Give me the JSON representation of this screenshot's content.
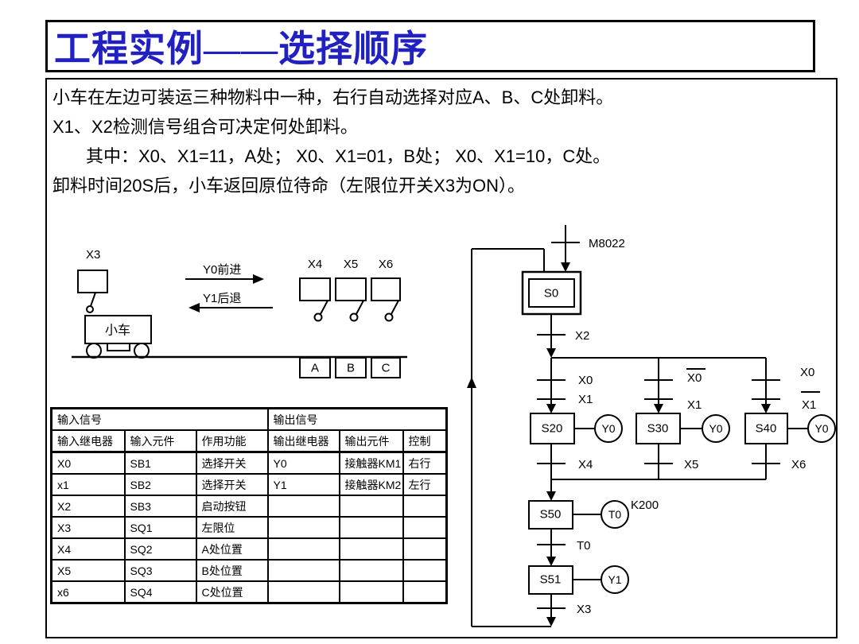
{
  "title": "工程实例——选择顺序",
  "description": {
    "line1": "小车在左边可装运三种物料中一种，右行自动选择对应A、B、C处卸料。",
    "line2": "X1、X2检测信号组合可决定何处卸料。",
    "line3": "其中：X0、X1=11，A处； X0、X1=01，B处； X0、X1=10，C处。",
    "line4": "卸料时间20S后，小车返回原位待命（左限位开关X3为ON）。"
  },
  "cart_diagram": {
    "left_limit_label": "X3",
    "cart_label": "小车",
    "forward_label": "Y0前进",
    "backward_label": "Y1后退",
    "switch_labels": [
      "X4",
      "X5",
      "X6"
    ],
    "station_labels": [
      "A",
      "B",
      "C"
    ]
  },
  "io_table": {
    "group_headers": [
      "输入信号",
      "输出信号"
    ],
    "columns": [
      "输入继电器",
      "输入元件",
      "作用功能",
      "输出继电器",
      "输出元件",
      "控制"
    ],
    "rows": [
      [
        "X0",
        "SB1",
        "选择开关",
        "Y0",
        "接触器KM1",
        "右行"
      ],
      [
        "x1",
        "SB2",
        "选择开关",
        "Y1",
        "接触器KM2",
        "左行"
      ],
      [
        "X2",
        "SB3",
        "启动按钮",
        "",
        "",
        ""
      ],
      [
        "X3",
        "SQ1",
        "左限位",
        "",
        "",
        ""
      ],
      [
        "X4",
        "SQ2",
        "A处位置",
        "",
        "",
        ""
      ],
      [
        "X5",
        "SQ3",
        "B处位置",
        "",
        "",
        ""
      ],
      [
        "x6",
        "SQ4",
        "C处位置",
        "",
        "",
        ""
      ]
    ]
  },
  "sfc": {
    "init_transition": "M8022",
    "initial_step": "S0",
    "start_transition": "X2",
    "branches": [
      {
        "cond1": "X0",
        "cond2": "X1",
        "step": "S20",
        "action": "Y0",
        "exit": "X4"
      },
      {
        "cond1": "X0",
        "cond2": "X1",
        "step": "S30",
        "action": "Y0",
        "exit": "X5"
      },
      {
        "cond1": "X0",
        "cond2": "X1",
        "step": "S40",
        "action": "Y0",
        "exit": "X6"
      }
    ],
    "unload_step": "S50",
    "timer_action": "T0",
    "timer_value": "K200",
    "timer_transition": "T0",
    "return_step": "S51",
    "return_action": "Y1",
    "home_transition": "X3"
  }
}
